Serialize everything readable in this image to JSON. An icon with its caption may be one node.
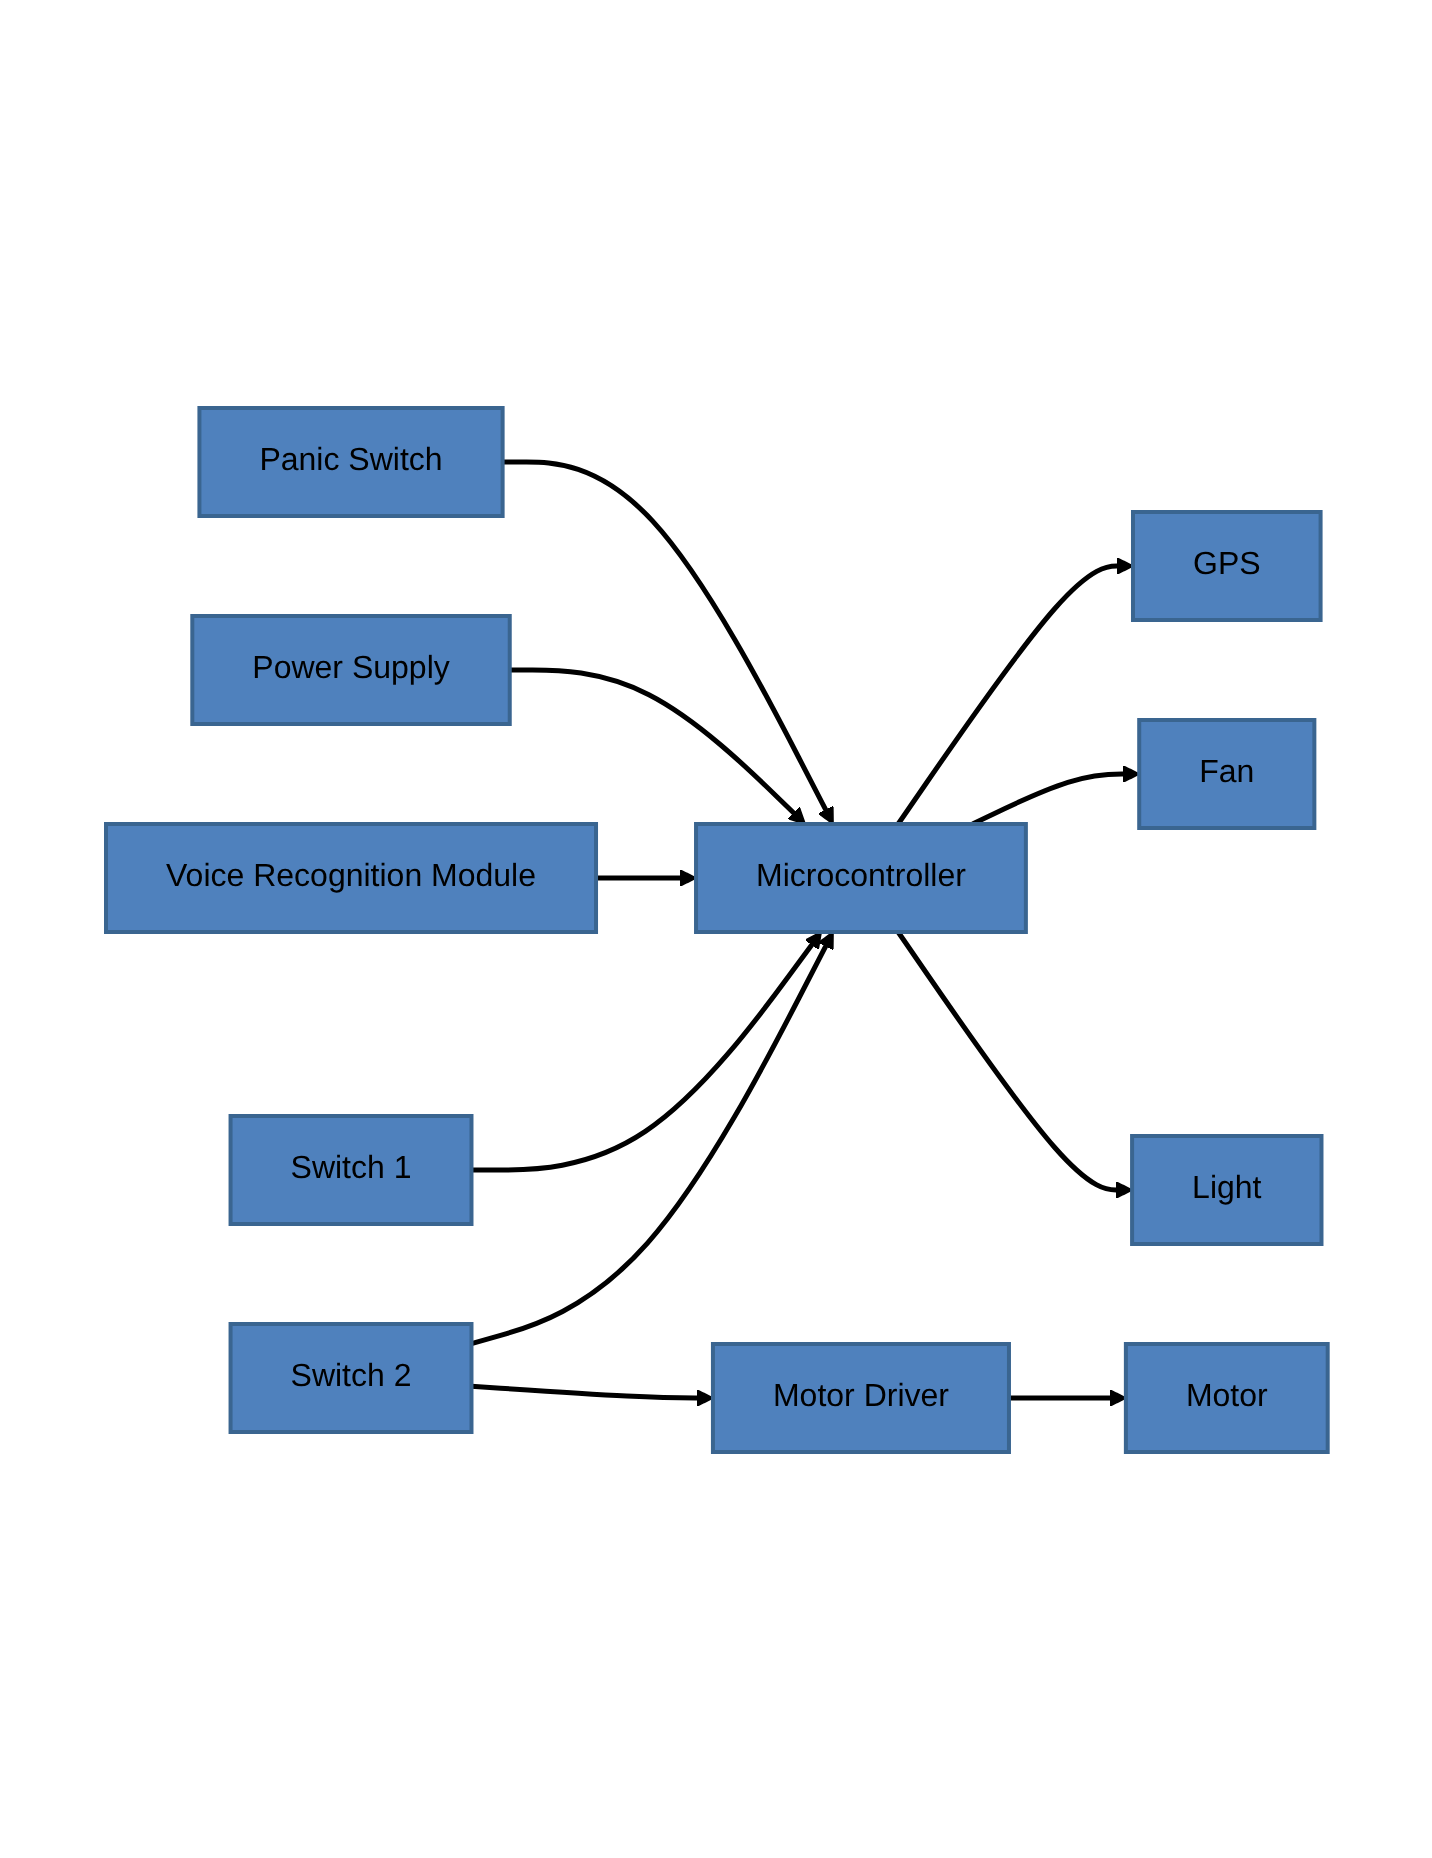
{
  "diagram": {
    "nodes": [
      {
        "text": [
          "Power Supply"
        ]
      },
      {
        "text": [
          "GPS"
        ]
      },
      {
        "text": [
          "Panic Switch"
        ]
      },
      {
        "text": [
          "Microcontroller"
        ]
      },
      {
        "text": [
          "Fan"
        ]
      },
      {
        "text": [
          "Voice Recognition Module"
        ]
      },
      {
        "text": [
          "Light"
        ]
      },
      {
        "text": [
          "Switch 1"
        ]
      },
      {
        "text": [
          "Switch 2"
        ]
      },
      {
        "text": [
          "Motor Driver"
        ]
      },
      {
        "text": [
          "Motor"
        ]
      }
    ],
    "edges": [
      {
        "from": 2,
        "to": 3,
        "arrow": "to"
      },
      {
        "from": 0,
        "to": 3,
        "arrow": "to"
      },
      {
        "from": 5,
        "to": 3,
        "arrow": "to"
      },
      {
        "from": 7,
        "to": 3,
        "arrow": "to"
      },
      {
        "from": 8,
        "to": 3,
        "arrow": "to"
      },
      {
        "from": 3,
        "to": 1,
        "arrow": "to"
      },
      {
        "from": 3,
        "to": 4,
        "arrow": "to"
      },
      {
        "from": 3,
        "to": 6,
        "arrow": "to"
      },
      {
        "from": 8,
        "to": 9,
        "arrow": "to"
      },
      {
        "from": 9,
        "to": 10,
        "arrow": "to"
      }
    ]
  }
}
